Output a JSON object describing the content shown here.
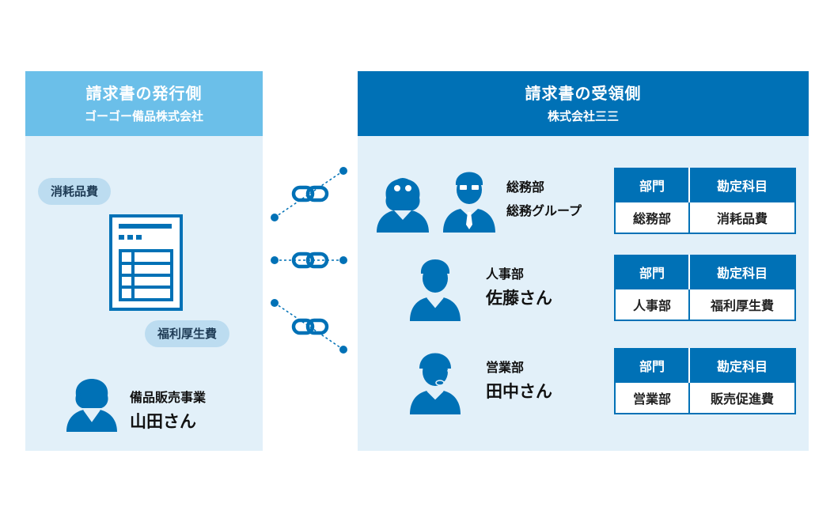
{
  "issuer": {
    "title": "請求書の発行側",
    "company": "ゴーゴー備品株式会社",
    "tags": [
      "消耗品費",
      "福利厚生費"
    ],
    "person": {
      "department": "備品販売事業",
      "name": "山田さん"
    }
  },
  "receiver": {
    "title": "請求書の受領側",
    "company": "株式会社三三",
    "groups": [
      {
        "line1": "総務部",
        "line2": "総務グループ",
        "table": {
          "header_dept": "部門",
          "header_acct": "勘定科目",
          "dept": "総務部",
          "acct": "消耗品費"
        }
      },
      {
        "line1": "人事部",
        "line2": "佐藤さん",
        "table": {
          "header_dept": "部門",
          "header_acct": "勘定科目",
          "dept": "人事部",
          "acct": "福利厚生費"
        }
      },
      {
        "line1": "営業部",
        "line2": "田中さん",
        "table": {
          "header_dept": "部門",
          "header_acct": "勘定科目",
          "dept": "営業部",
          "acct": "販売促進費"
        }
      }
    ]
  },
  "colors": {
    "dark_blue": "#0071b6",
    "light_blue": "#6bbfe9",
    "panel_bg": "#e2f0f9",
    "pill_bg": "#bcdcf0"
  },
  "icons": [
    "invoice-document-icon",
    "female-glasses-person-icon",
    "male-glasses-person-icon",
    "male-person-icon",
    "headset-person-icon",
    "female-person-icon",
    "link-icon"
  ]
}
